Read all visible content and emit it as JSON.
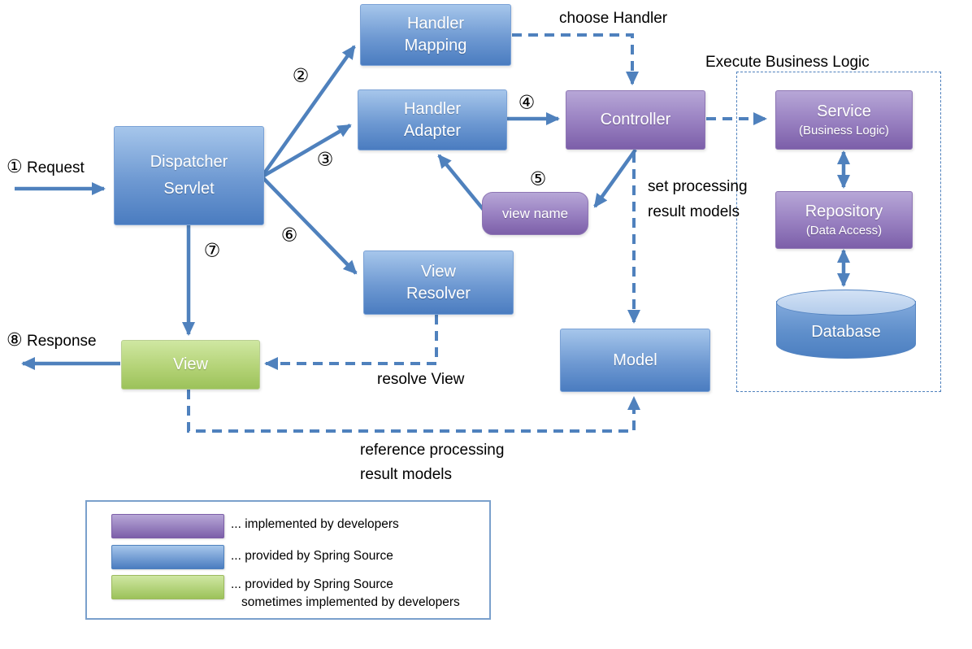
{
  "steps": {
    "s1": "①",
    "s2": "②",
    "s3": "③",
    "s4": "④",
    "s5": "⑤",
    "s6": "⑥",
    "s7": "⑦",
    "s8": "⑧"
  },
  "labels": {
    "request": "Request",
    "response": "Response",
    "choose_handler": "choose Handler",
    "execute_business_logic": "Execute Business Logic",
    "set_processing_line1": "set processing",
    "set_processing_line2": "result models",
    "resolve_view": "resolve View",
    "reference_line1": "reference processing",
    "reference_line2": "result models"
  },
  "nodes": {
    "dispatcher_servlet": {
      "line1": "Dispatcher",
      "line2": "Servlet"
    },
    "handler_mapping": {
      "line1": "Handler",
      "line2": "Mapping"
    },
    "handler_adapter": {
      "line1": "Handler",
      "line2": "Adapter"
    },
    "controller": {
      "label": "Controller"
    },
    "view_name": {
      "label": "view name"
    },
    "view_resolver": {
      "line1": "View",
      "line2": "Resolver"
    },
    "view": {
      "label": "View"
    },
    "model": {
      "label": "Model"
    },
    "service": {
      "label": "Service",
      "sub": "(Business Logic)"
    },
    "repository": {
      "label": "Repository",
      "sub": "(Data Access)"
    },
    "database": {
      "label": "Database"
    }
  },
  "legend": {
    "items": [
      {
        "swatch": "purple",
        "text": "... implemented by developers"
      },
      {
        "swatch": "blue",
        "text": "... provided by Spring Source"
      },
      {
        "swatch": "green",
        "text": "... provided by Spring Source",
        "text2": "sometimes implemented by developers"
      }
    ]
  },
  "colors": {
    "blue_box": "#4f81bd",
    "purple_box": "#8064a2",
    "green_box": "#9bbb59",
    "arrow": "#4f81bd",
    "text": "#000000"
  }
}
